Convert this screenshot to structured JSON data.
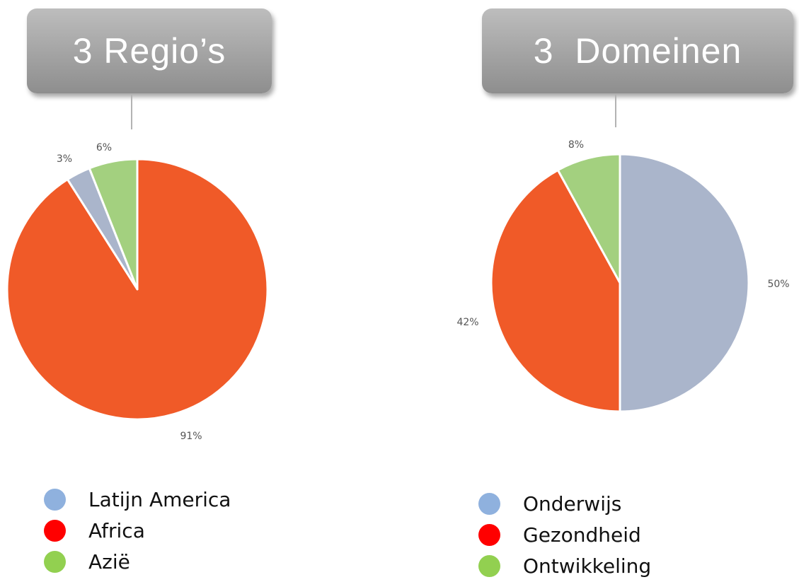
{
  "titles": {
    "left": "3 Regio’s",
    "right": "3  Domeinen"
  },
  "colors": {
    "gray_blue": "#aab5cb",
    "orange": "#f05a28",
    "green": "#a3d07f",
    "legend_blue": "#8fb1de",
    "legend_red": "#ff0000",
    "legend_green": "#92d050"
  },
  "chart_data": [
    {
      "type": "pie",
      "title": "3 Regio’s",
      "slices": [
        {
          "label": "Africa",
          "value": 91,
          "display": "91%",
          "color": "#f05a28"
        },
        {
          "label": "Latijn America",
          "value": 3,
          "display": "3%",
          "color": "#aab5cb"
        },
        {
          "label": "Azië",
          "value": 6,
          "display": "6%",
          "color": "#a3d07f"
        }
      ],
      "legend": [
        {
          "label": "Latijn America",
          "color": "#8fb1de"
        },
        {
          "label": "Africa",
          "color": "#ff0000"
        },
        {
          "label": "Azië",
          "color": "#92d050"
        }
      ],
      "legend_position": "bottom"
    },
    {
      "type": "pie",
      "title": "3  Domeinen",
      "slices": [
        {
          "label": "Onderwijs",
          "value": 50,
          "display": "50%",
          "color": "#aab5cb"
        },
        {
          "label": "Gezondheid",
          "value": 42,
          "display": "42%",
          "color": "#f05a28"
        },
        {
          "label": "Ontwikkeling",
          "value": 8,
          "display": "8%",
          "color": "#a3d07f"
        }
      ],
      "legend": [
        {
          "label": "Onderwijs",
          "color": "#8fb1de"
        },
        {
          "label": "Gezondheid",
          "color": "#ff0000"
        },
        {
          "label": "Ontwikkeling",
          "color": "#92d050"
        }
      ],
      "legend_position": "bottom"
    }
  ]
}
